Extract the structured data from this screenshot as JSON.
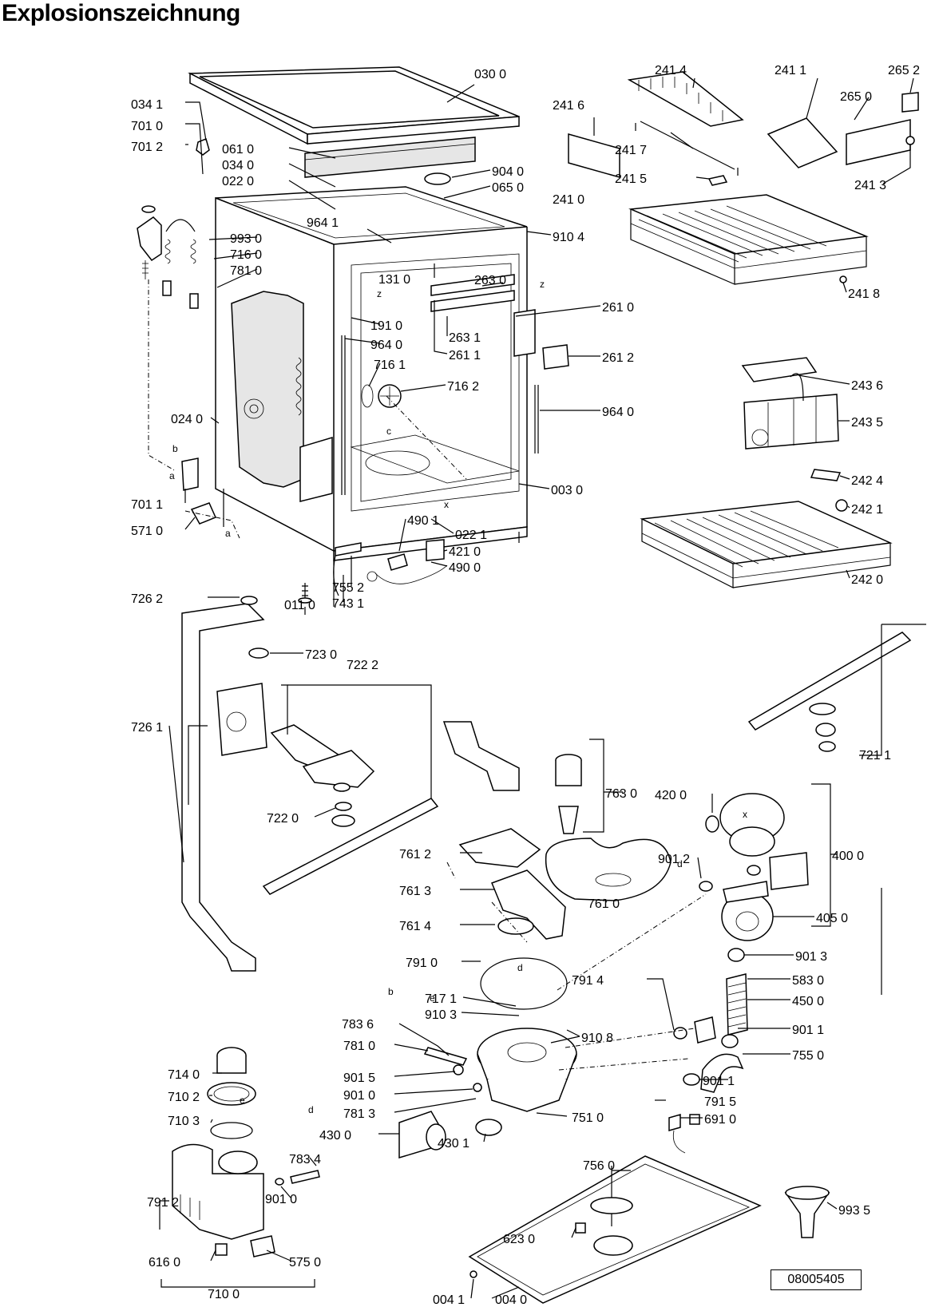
{
  "title": "Explosionszeichnung",
  "document_number": "08005405",
  "letters": [
    "z",
    "z",
    "b",
    "a",
    "a",
    "c",
    "x",
    "x",
    "d",
    "d",
    "e",
    "b",
    "e",
    "d"
  ],
  "callouts": [
    {
      "label": "030 0"
    },
    {
      "label": "034 1"
    },
    {
      "label": "701 0"
    },
    {
      "label": "701 2"
    },
    {
      "label": "061 0"
    },
    {
      "label": "034 0"
    },
    {
      "label": "022 0"
    },
    {
      "label": "904 0"
    },
    {
      "label": "065 0"
    },
    {
      "label": "993 0"
    },
    {
      "label": "964 1"
    },
    {
      "label": "910 4"
    },
    {
      "label": "716 0"
    },
    {
      "label": "781 0"
    },
    {
      "label": "131 0"
    },
    {
      "label": "263 0"
    },
    {
      "label": "261 0"
    },
    {
      "label": "191 0"
    },
    {
      "label": "263 1"
    },
    {
      "label": "964 0"
    },
    {
      "label": "261 1"
    },
    {
      "label": "261 2"
    },
    {
      "label": "716 1"
    },
    {
      "label": "716 2"
    },
    {
      "label": "964 0"
    },
    {
      "label": "024 0"
    },
    {
      "label": "003 0"
    },
    {
      "label": "701 1"
    },
    {
      "label": "490 1"
    },
    {
      "label": "022 1"
    },
    {
      "label": "571 0"
    },
    {
      "label": "421 0"
    },
    {
      "label": "490 0"
    },
    {
      "label": "755 2"
    },
    {
      "label": "743 1"
    },
    {
      "label": "011 0"
    },
    {
      "label": "241 4"
    },
    {
      "label": "241 1"
    },
    {
      "label": "265 2"
    },
    {
      "label": "241 6"
    },
    {
      "label": "265 0"
    },
    {
      "label": "241 7"
    },
    {
      "label": "241 5"
    },
    {
      "label": "241 3"
    },
    {
      "label": "241 0"
    },
    {
      "label": "241 8"
    },
    {
      "label": "243 6"
    },
    {
      "label": "243 5"
    },
    {
      "label": "242 4"
    },
    {
      "label": "242 1"
    },
    {
      "label": "242 0"
    },
    {
      "label": "726 2"
    },
    {
      "label": "723 0"
    },
    {
      "label": "722 2"
    },
    {
      "label": "726 1"
    },
    {
      "label": "722 0"
    },
    {
      "label": "721 1"
    },
    {
      "label": "763 0"
    },
    {
      "label": "761 2"
    },
    {
      "label": "761 3"
    },
    {
      "label": "761 4"
    },
    {
      "label": "761 0"
    },
    {
      "label": "420 0"
    },
    {
      "label": "901 2"
    },
    {
      "label": "400 0"
    },
    {
      "label": "405 0"
    },
    {
      "label": "901 3"
    },
    {
      "label": "791 0"
    },
    {
      "label": "791 4"
    },
    {
      "label": "583 0"
    },
    {
      "label": "717 1"
    },
    {
      "label": "450 0"
    },
    {
      "label": "910 3"
    },
    {
      "label": "910 8"
    },
    {
      "label": "783 6"
    },
    {
      "label": "901 1"
    },
    {
      "label": "781 0"
    },
    {
      "label": "755 0"
    },
    {
      "label": "901 5"
    },
    {
      "label": "901 1"
    },
    {
      "label": "901 0"
    },
    {
      "label": "791 5"
    },
    {
      "label": "781 3"
    },
    {
      "label": "751 0"
    },
    {
      "label": "691 0"
    },
    {
      "label": "714 0"
    },
    {
      "label": "710 2"
    },
    {
      "label": "710 3"
    },
    {
      "label": "783 4"
    },
    {
      "label": "430 0"
    },
    {
      "label": "430 1"
    },
    {
      "label": "756 0"
    },
    {
      "label": "901 0"
    },
    {
      "label": "993 5"
    },
    {
      "label": "791 2"
    },
    {
      "label": "623 0"
    },
    {
      "label": "616 0"
    },
    {
      "label": "575 0"
    },
    {
      "label": "710 0"
    },
    {
      "label": "004 1"
    },
    {
      "label": "004 0"
    }
  ]
}
